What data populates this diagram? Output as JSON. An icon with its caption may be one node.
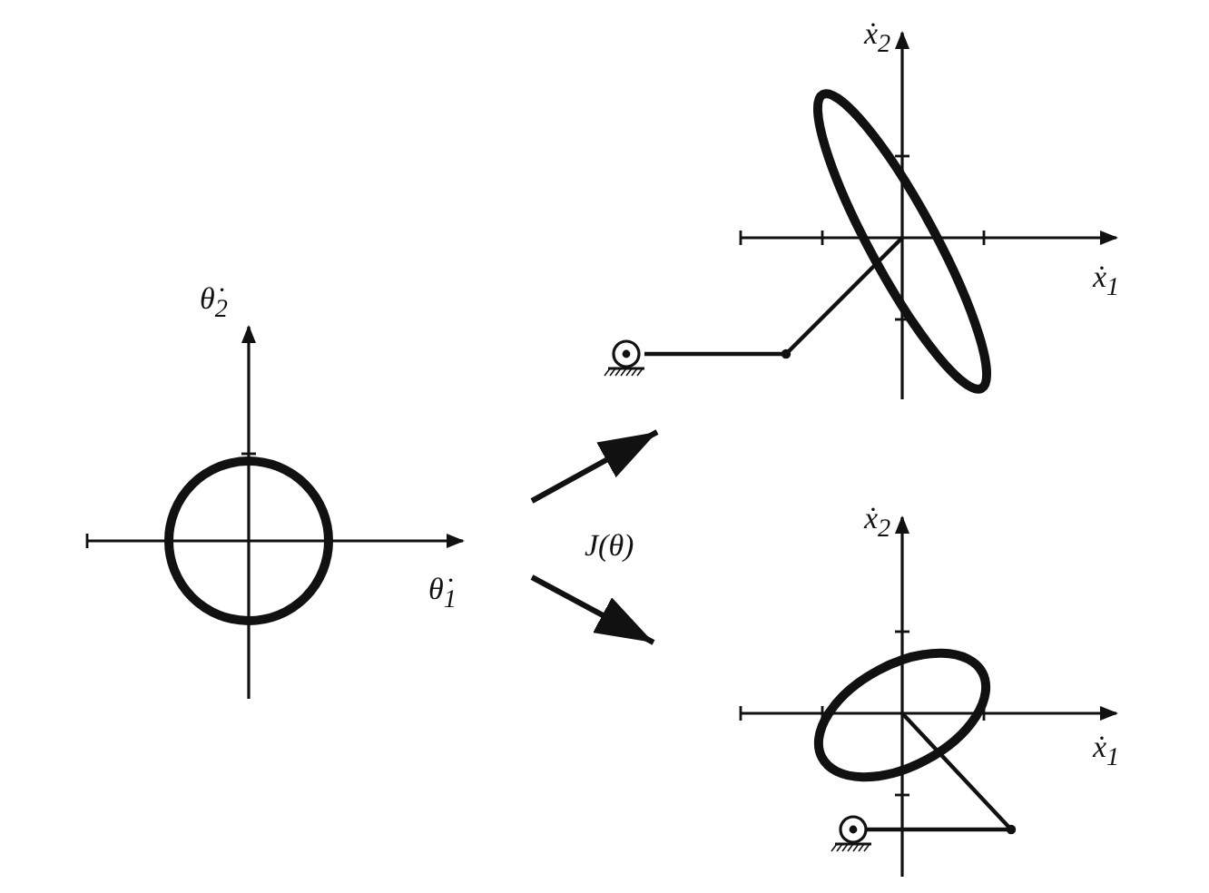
{
  "diagram": {
    "labels": [
      "ẋ$_{2}$",
      "ẋ$_{1}$",
      "θ̇$_{2}$",
      "θ̇$_{1}$",
      "J(θ)",
      "ẋ$_{2}$",
      "ẋ$_{1}$"
    ]
  }
}
